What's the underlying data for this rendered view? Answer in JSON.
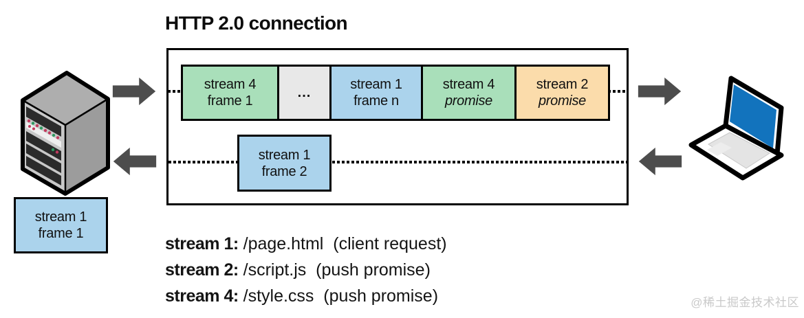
{
  "title": "HTTP 2.0 connection",
  "colors": {
    "frame_green": "#a9dfba",
    "frame_blue": "#abd3ec",
    "frame_orange": "#fbdcab",
    "frame_gray": "#e8e8e8",
    "arrow_gray": "#4d4d4d",
    "outline_black": "#000000",
    "laptop_screen_blue": "#1273bd",
    "watermark_gray": "#c9c9c9"
  },
  "connection": {
    "top_frames": [
      {
        "line1": "stream 4",
        "line2": "frame 1"
      },
      {
        "line1": "..."
      },
      {
        "line1": "stream 1",
        "line2": "frame n"
      },
      {
        "line1": "stream 4",
        "line2": "promise"
      },
      {
        "line1": "stream 2",
        "line2": "promise"
      }
    ],
    "response_frame": {
      "line1": "stream 1",
      "line2": "frame 2"
    }
  },
  "client_frame": {
    "line1": "stream 1",
    "line2": "frame 1"
  },
  "legend": [
    {
      "label": "stream 1:",
      "desc": " /page.html  (client request)"
    },
    {
      "label": "stream 2:",
      "desc": " /script.js  (push promise)"
    },
    {
      "label": "stream 4:",
      "desc": " /style.css  (push promise)"
    }
  ],
  "watermark": "@稀土掘金技术社区"
}
